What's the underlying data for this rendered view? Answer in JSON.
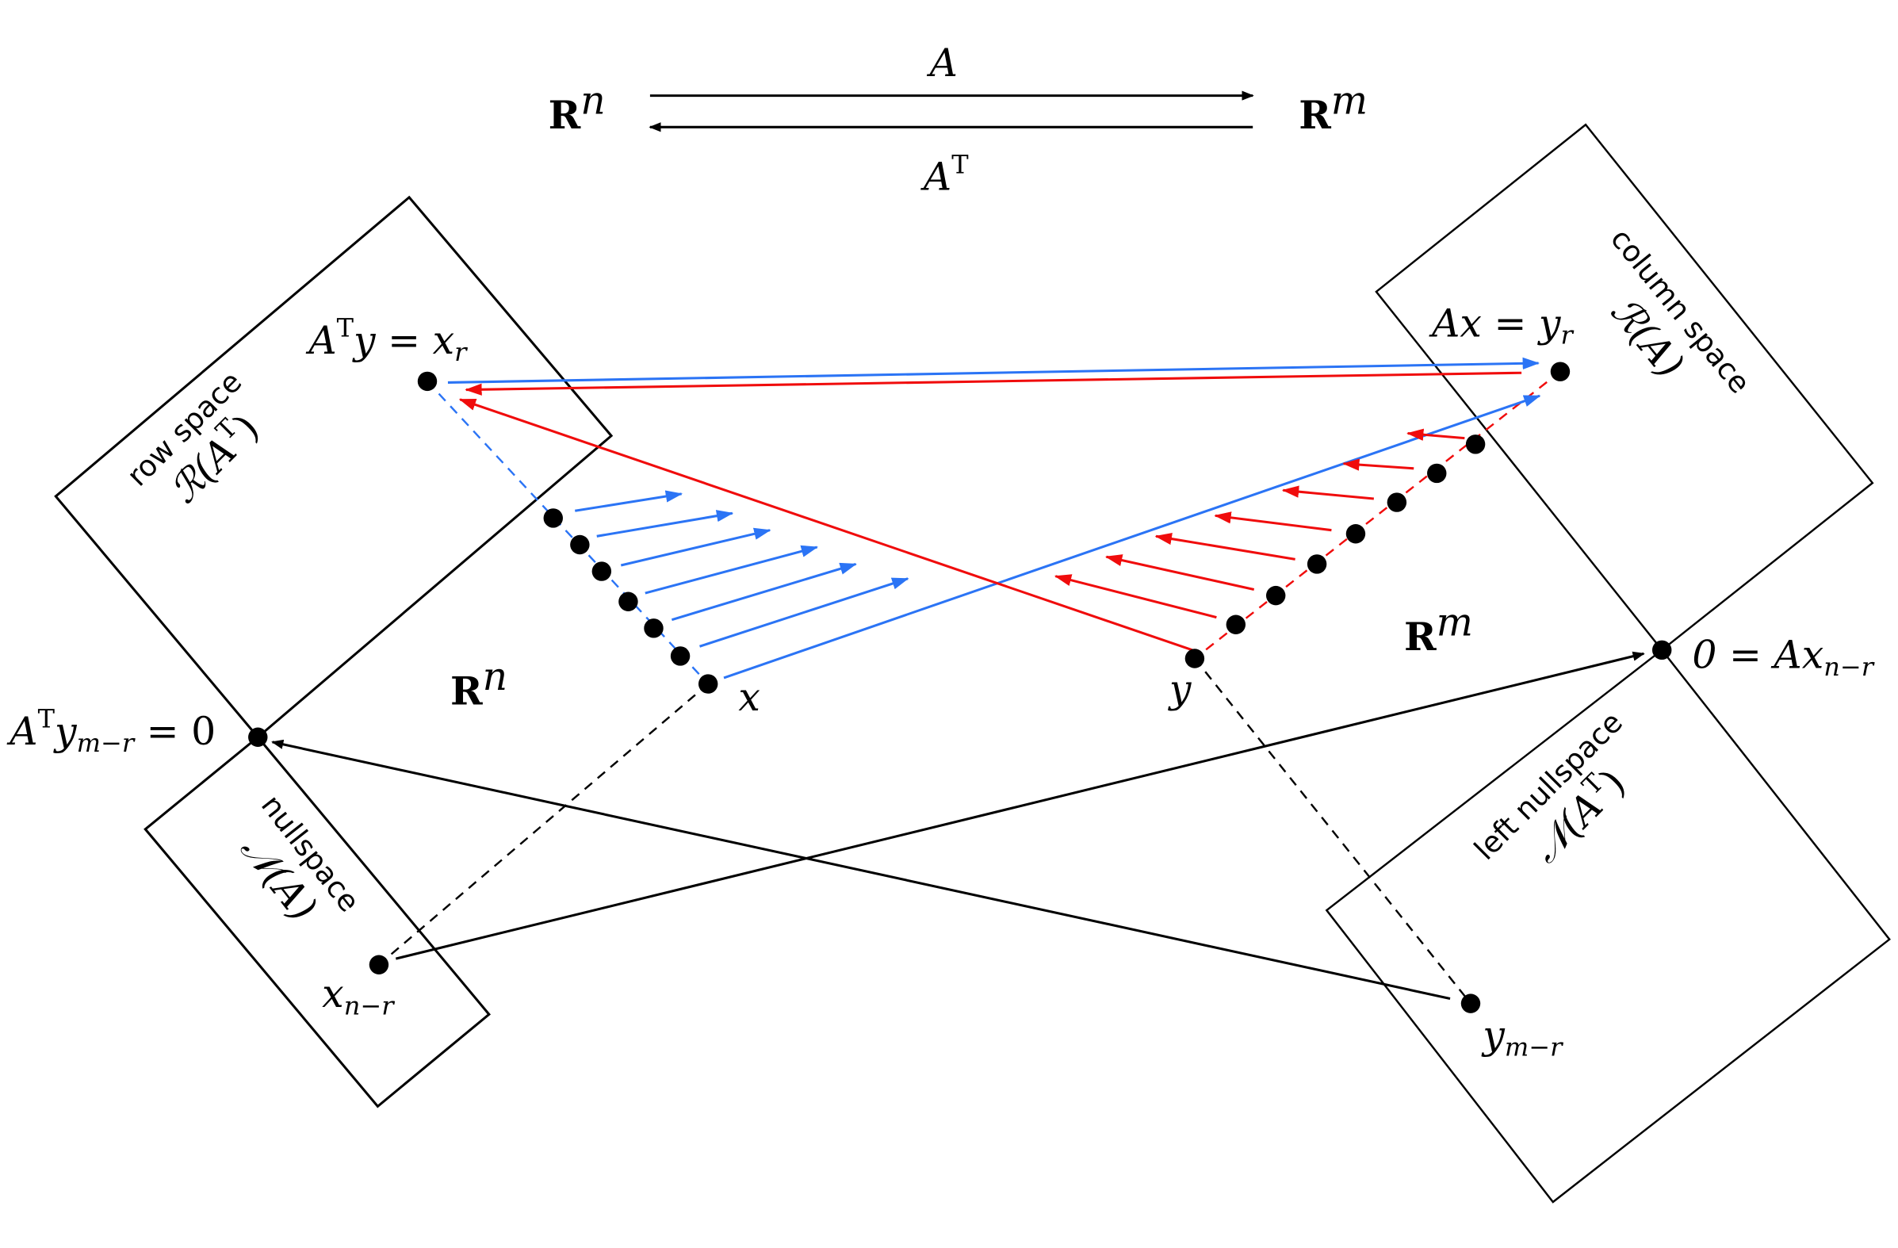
{
  "header": {
    "domain_space": {
      "base": "R",
      "exp": "n"
    },
    "codomain_space": {
      "base": "R",
      "exp": "m"
    },
    "forward_map": "A",
    "backward_map": {
      "base": "A",
      "exp": "T"
    }
  },
  "row_space": {
    "title": "row space",
    "symbol": "ℛ(A",
    "sup": "T",
    "close": ")"
  },
  "nullspace": {
    "title": "nullspace",
    "symbol": "𝒩(A)"
  },
  "column_space": {
    "title": "column space",
    "symbol": "ℛ(A)"
  },
  "left_nullspace": {
    "title": "left nullspace",
    "symbol": "𝒩(A",
    "sup": "T",
    "close": ")"
  },
  "labels": {
    "row_point": {
      "a": "A",
      "t": "T",
      "mid": "y = x",
      "sub": "r"
    },
    "col_point": {
      "mid": "Ax = y",
      "sub": "r"
    },
    "rn": {
      "base": "R",
      "exp": "n"
    },
    "rm": {
      "base": "R",
      "exp": "m"
    },
    "x": "x",
    "y": "y",
    "zero_left": {
      "a": "A",
      "t": "T",
      "y": "y",
      "sub": "m−r",
      "rest": " = 0"
    },
    "zero_right": {
      "pre": "0 = Ax",
      "sub": "n−r"
    },
    "x_null": {
      "base": "x",
      "sub": "n−r"
    },
    "y_null": {
      "base": "y",
      "sub": "m−r"
    }
  },
  "colors": {
    "blue": "#2b74f5",
    "red": "#f00c0c",
    "black": "#000000"
  }
}
